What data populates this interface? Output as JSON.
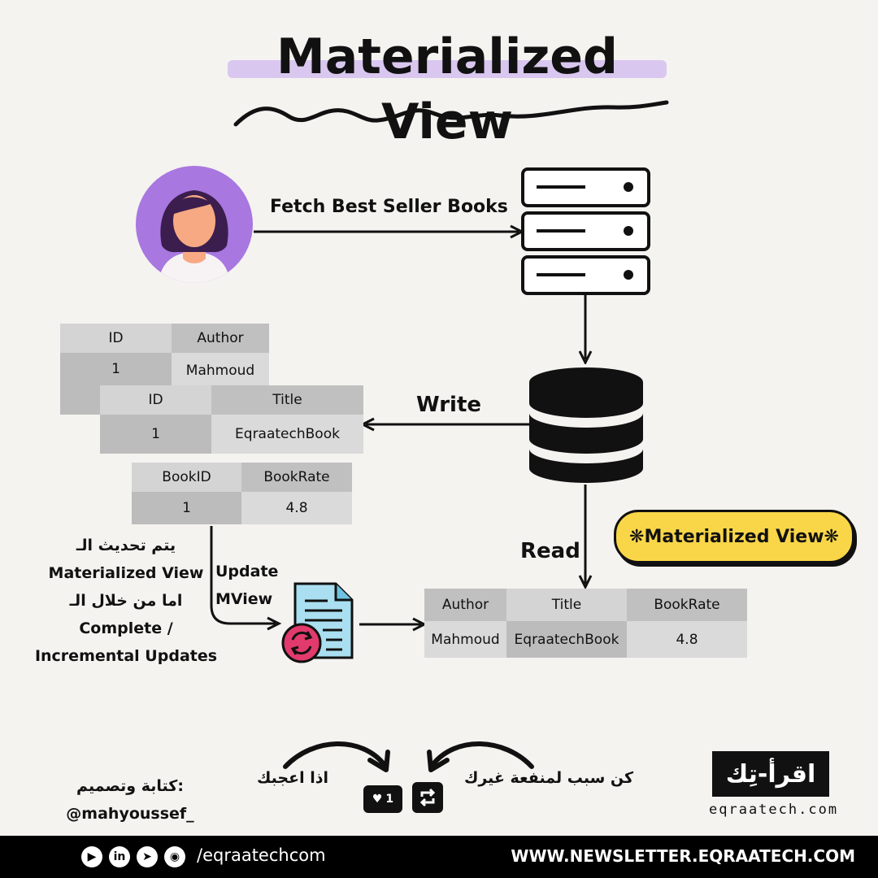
{
  "title": "Materialized View",
  "flow": {
    "fetch_label": "Fetch Best Seller Books",
    "write_label": "Write",
    "read_label": "Read",
    "update_label_1": "Update",
    "update_label_2": "MView"
  },
  "badge": {
    "label": "Materialized View",
    "prefix": "❋",
    "suffix": "❋"
  },
  "tables": {
    "authors": {
      "headers": [
        "ID",
        "Author"
      ],
      "row": [
        "1",
        "Mahmoud"
      ]
    },
    "books": {
      "headers": [
        "ID",
        "Title"
      ],
      "row": [
        "1",
        "EqraatechBook"
      ]
    },
    "rates": {
      "headers": [
        "BookID",
        "BookRate"
      ],
      "row": [
        "1",
        "4.8"
      ]
    },
    "mview": {
      "headers": [
        "Author",
        "Title",
        "BookRate"
      ],
      "row": [
        "Mahmoud",
        "EqraatechBook",
        "4.8"
      ]
    }
  },
  "note": {
    "line1": "يتم تحديث الـ",
    "line2": "Materialized View",
    "line3": "اما من خلال الـ",
    "line4": "Complete /",
    "line5": "Incremental Updates"
  },
  "bottom": {
    "credit_ar": "كتابة وتصميم:",
    "credit_handle": "@mahyoussef_",
    "like_text": "اذا اعجبك",
    "share_text": "كن سبب لمنفعة غيرك",
    "like_count": "1",
    "brand_logo": "اقرأ-تِك",
    "brand_url": "eqraatech.com"
  },
  "footer": {
    "handle": "/eqraatechcom",
    "newsletter": "WWW.NEWSLETTER.EQRAATECH.COM",
    "icons": [
      "youtube-icon",
      "linkedin-icon",
      "telegram-icon",
      "github-icon"
    ]
  },
  "colors": {
    "avatar_bg": "#a877e0",
    "highlight": "#d9c7f0",
    "badge_bg": "#f9d648",
    "doc_bg": "#a9dff0",
    "refresh_bg": "#e23a6d",
    "footer_bg": "#000000"
  }
}
